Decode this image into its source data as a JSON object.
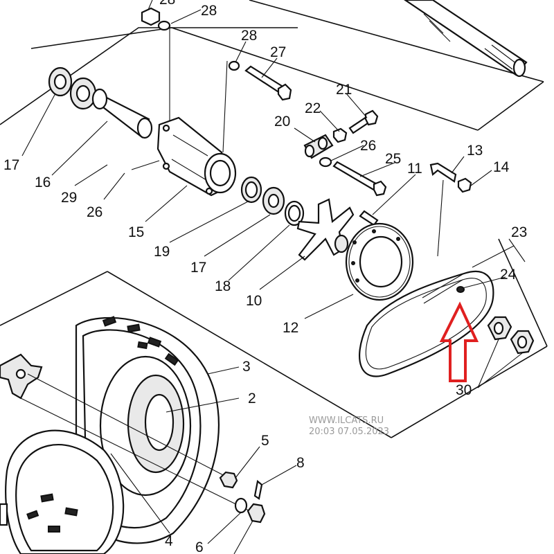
{
  "labels": [
    {
      "id": "p28a",
      "text": "28"
    },
    {
      "id": "p28b",
      "text": "28"
    },
    {
      "id": "p27",
      "text": "27"
    },
    {
      "id": "p21",
      "text": "21"
    },
    {
      "id": "p22",
      "text": "22"
    },
    {
      "id": "p20",
      "text": "20"
    },
    {
      "id": "p26a",
      "text": "26"
    },
    {
      "id": "p25",
      "text": "25"
    },
    {
      "id": "p13",
      "text": "13"
    },
    {
      "id": "p14",
      "text": "14"
    },
    {
      "id": "p11",
      "text": "11"
    },
    {
      "id": "p17a",
      "text": "17"
    },
    {
      "id": "p16",
      "text": "16"
    },
    {
      "id": "p29",
      "text": "29"
    },
    {
      "id": "p26b",
      "text": "26"
    },
    {
      "id": "p15",
      "text": "15"
    },
    {
      "id": "p19",
      "text": "19"
    },
    {
      "id": "p17b",
      "text": "17"
    },
    {
      "id": "p18",
      "text": "18"
    },
    {
      "id": "p10",
      "text": "10"
    },
    {
      "id": "p12",
      "text": "12"
    },
    {
      "id": "p23",
      "text": "23"
    },
    {
      "id": "p24",
      "text": "24"
    },
    {
      "id": "p30",
      "text": "30"
    },
    {
      "id": "p3",
      "text": "3"
    },
    {
      "id": "p2",
      "text": "2"
    },
    {
      "id": "p5",
      "text": "5"
    },
    {
      "id": "p8",
      "text": "8"
    },
    {
      "id": "p4",
      "text": "4"
    },
    {
      "id": "p6",
      "text": "6"
    }
  ],
  "watermark": {
    "site": "WWW.ILCATS.RU",
    "timestamp": "20:03 07.05.2023"
  },
  "colors": {
    "ink": "#111111",
    "highlight_arrow": "#e02020",
    "watermark": "#9a9a9a",
    "background": "#ffffff"
  }
}
